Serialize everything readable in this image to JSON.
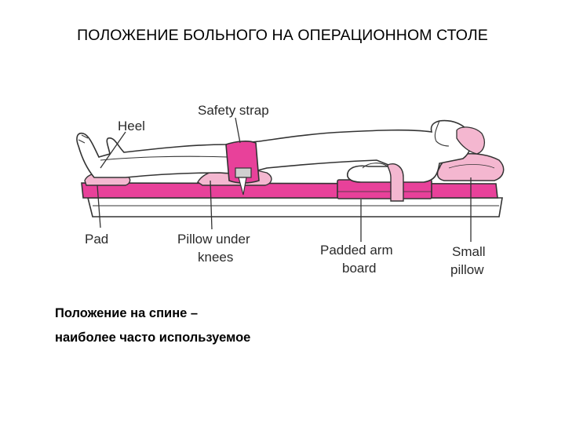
{
  "title": "ПОЛОЖЕНИЕ БОЛЬНОГО НА ОПЕРАЦИОННОМ СТОЛЕ",
  "labels": {
    "safety_strap": "Safety strap",
    "heel": "Heel",
    "pad": "Pad",
    "pillow_under_knees_1": "Pillow under",
    "pillow_under_knees_2": "knees",
    "padded_arm_board_1": "Padded arm",
    "padded_arm_board_2": "board",
    "small_pillow_1": "Small",
    "small_pillow_2": "pillow"
  },
  "caption": {
    "line1": "Положение на спине –",
    "line2": "наиболее часто используемое"
  },
  "colors": {
    "accent_pink": "#e8419a",
    "light_pink": "#f4b7d0",
    "outline": "#333333"
  }
}
